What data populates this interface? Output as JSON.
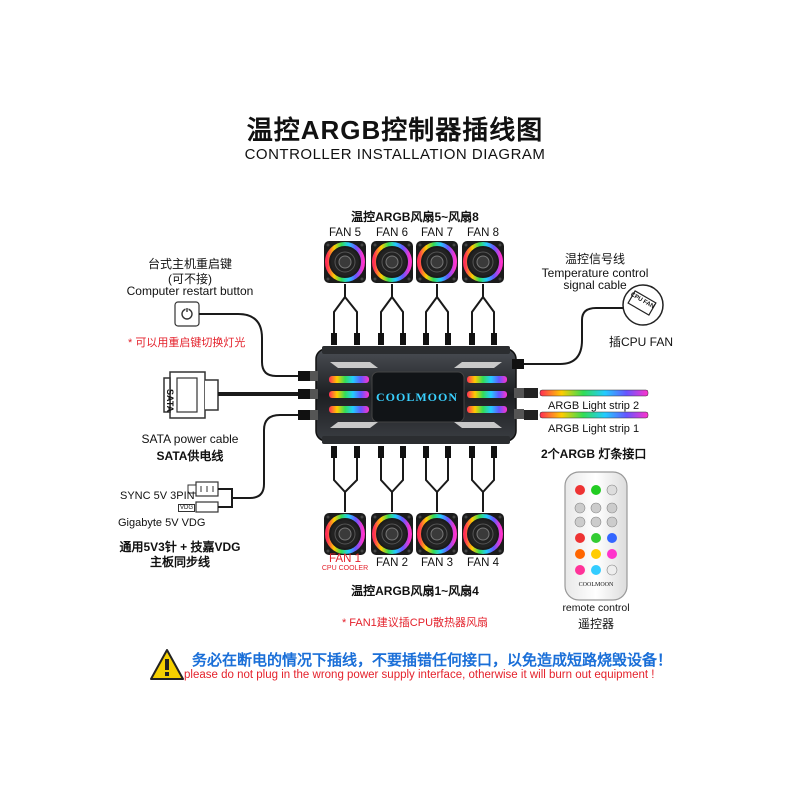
{
  "title_cn": "温控ARGB控制器插线图",
  "title_en": "CONTROLLER INSTALLATION DIAGRAM",
  "top_fans": {
    "heading": "温控ARGB风扇5~风扇8",
    "labels": [
      "FAN 5",
      "FAN 6",
      "FAN 7",
      "FAN 8"
    ]
  },
  "bottom_fans": {
    "heading": "温控ARGB风扇1~风扇4",
    "labels": [
      "FAN 1",
      "FAN 2",
      "FAN 3",
      "FAN 4"
    ],
    "fan1_sub": "CPU COOLER",
    "note": "* FAN1建议插CPU散热器风扇"
  },
  "restart": {
    "cn1": "台式主机重启键",
    "cn2": "(可不接)",
    "en": "Computer restart button",
    "note": "* 可以用重启键切换灯光"
  },
  "sata": {
    "connector_label": "SATA",
    "en": "SATA power cable",
    "cn": "SATA供电线"
  },
  "sync": {
    "sync_label": "SYNC 5V 3PIN",
    "vdg_tag": "VDG",
    "gigabyte": "Gigabyte 5V VDG",
    "cn1": "通用5V3针 + 技嘉VDG",
    "cn2": "主板同步线"
  },
  "temp": {
    "cn": "温控信号线",
    "en1": "Temperature control",
    "en2": "signal cable",
    "cpu_fan_tag": "CPU FAN",
    "plug": "插CPU FAN"
  },
  "strips": {
    "strip2": "ARGB Light strip 2",
    "strip1": "ARGB Light strip 1",
    "cn": "2个ARGB 灯条接口"
  },
  "remote": {
    "brand": "COOLMOON",
    "en": "remote control",
    "cn": "遥控器"
  },
  "hub": {
    "brand": "COOLMOON"
  },
  "warning": {
    "cn": "务必在断电的情况下插线，不要插错任何接口，以免造成短路烧毁设备！",
    "en": "please do not plug in the wrong power supply interface, otherwise it will burn out equipment !"
  },
  "colors": {
    "accent_red": "#e4222c",
    "warning_blue": "#1a6fd8",
    "warning_yellow": "#f5d000",
    "hub_body": "#2a2d31"
  }
}
